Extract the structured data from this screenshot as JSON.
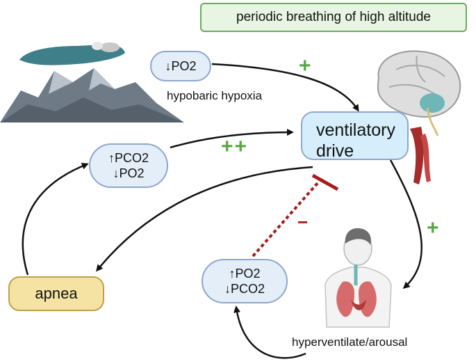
{
  "title": "periodic breathing of high altitude",
  "hypoxia_bubble": {
    "line1": "↓PO2"
  },
  "hypoxia_label": "hypobaric hypoxia",
  "pco2_bubble": {
    "line1": "↑PCO2",
    "line2": "↓PO2"
  },
  "ventilatory_drive": {
    "line1": "ventilatory",
    "line2": "drive"
  },
  "po2_bubble": {
    "line1": "↑PO2",
    "line2": "↓PCO2"
  },
  "apnea": "apnea",
  "hyperventilate_label": "hyperventilate/arousal",
  "signs": {
    "hypoxia_to_drive": "+",
    "pco2_to_drive": "++",
    "drive_to_hyper": "+",
    "inhibit": "−"
  },
  "colors": {
    "positive": "#5aa845",
    "inhibitory": "#a51c1c",
    "title_border": "#6aaa5c"
  },
  "icons": [
    "mountain-icon",
    "sleeping-person-icon",
    "brain-icon",
    "human-torso-lungs-icon"
  ]
}
